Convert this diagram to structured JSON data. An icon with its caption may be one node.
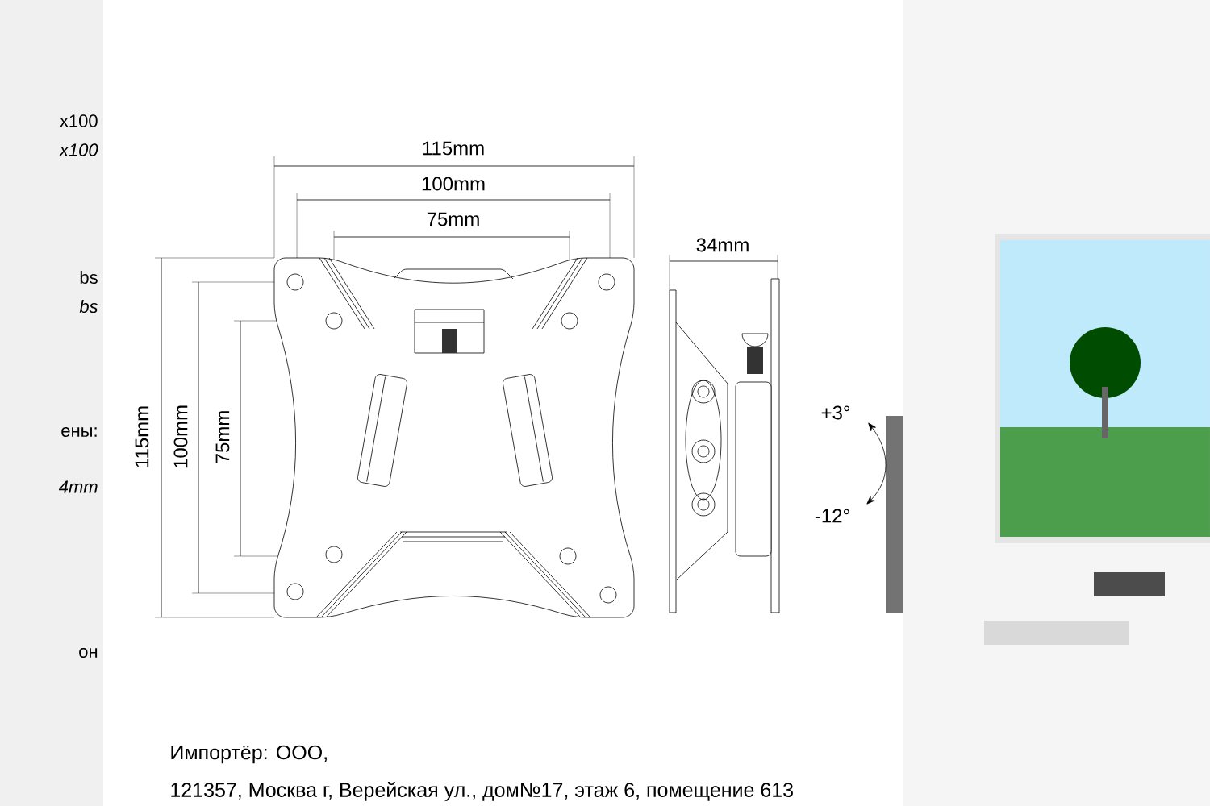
{
  "diagram": {
    "labels": [
      "x100",
      "x100",
      "bs",
      "bs",
      "ены:",
      "4mm",
      "он",
      "115mm",
      "100mm",
      "75mm",
      "34mm",
      "115mm",
      "100mm",
      "75mm",
      "+3°",
      "-12°",
      "Импортёр: ООО,",
      "121357, Москва г, Верейская ул., дом№17, этаж 6, помещение 613"
    ]
  }
}
